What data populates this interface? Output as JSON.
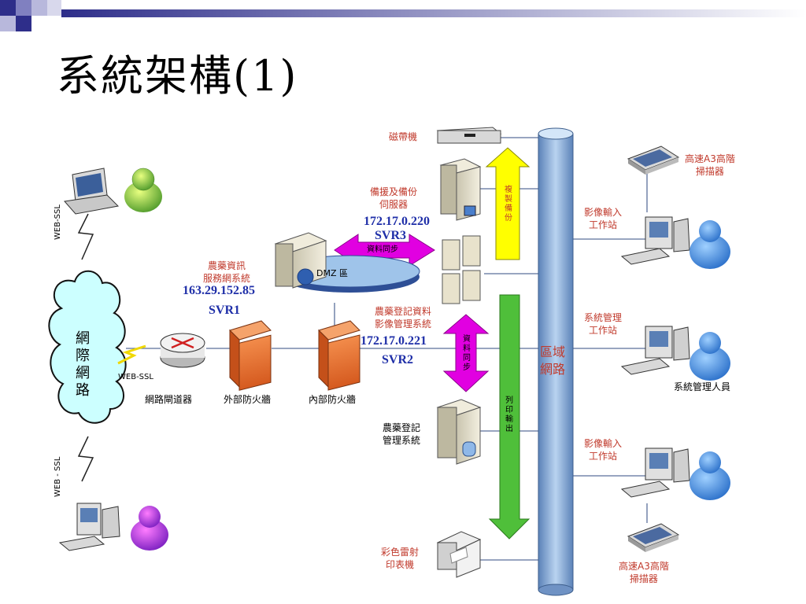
{
  "slide": {
    "title": "系統架構(1)"
  },
  "labels": {
    "tape": "磁帶機",
    "backup_server": [
      "備援及備份",
      "伺服器"
    ],
    "svr3_ip": "172.17.0.220",
    "svr3": "SVR3",
    "copy_backup": [
      "複",
      "製",
      "備",
      "份"
    ],
    "data_sync": "資料同步",
    "dmz": "DMZ 區",
    "info_system": [
      "農藥資訊",
      "服務網系統"
    ],
    "svr1_ip": "163.29.152.85",
    "svr1": "SVR1",
    "reg_system": [
      "農藥登記資料",
      "影像管理系統"
    ],
    "svr2_ip": "172.17.0.221",
    "svr2": "SVR2",
    "data_sync_v": [
      "資",
      "料",
      "同",
      "步"
    ],
    "print_output": [
      "列",
      "印",
      "輸",
      "出"
    ],
    "lan": [
      "區域",
      "網路"
    ],
    "internet": [
      "網",
      "際",
      "網",
      "路"
    ],
    "web_ssl_top": "WEB-SSL",
    "web_ssl_mid": "WEB-SSL",
    "web_ssl_bottom": "WEB - SSL",
    "gateway": "網路閘道器",
    "ext_firewall": "外部防火牆",
    "int_firewall": "內部防火牆",
    "reg_mgmt": [
      "農藥登記",
      "管理系統"
    ],
    "printer": [
      "彩色雷射",
      "印表機"
    ],
    "scanner_top": [
      "高速A3高階",
      "掃描器"
    ],
    "image_ws_1": [
      "影像輸入",
      "工作站"
    ],
    "sys_mgmt_ws": [
      "系統管理",
      "工作站"
    ],
    "sys_admin": "系統管理人員",
    "image_ws_2": [
      "影像輸入",
      "工作站"
    ],
    "scanner_bottom": [
      "高速A3高階",
      "掃描器"
    ]
  },
  "colors": {
    "title_corner_dark": "#2e2e8a",
    "label_red": "#c0392b",
    "ip_blue": "#1f2fa8",
    "lan_bar": "#7ea6d6",
    "arrow_yellow": "#ffff00",
    "arrow_green": "#4fbf3a",
    "arrow_magenta": "#e100e1",
    "cloud": "#ccffff",
    "firewall": "#e8763a",
    "user_blue": "#3a7bd5",
    "user_green": "#5aa83a",
    "user_purple": "#9b2fd6"
  }
}
